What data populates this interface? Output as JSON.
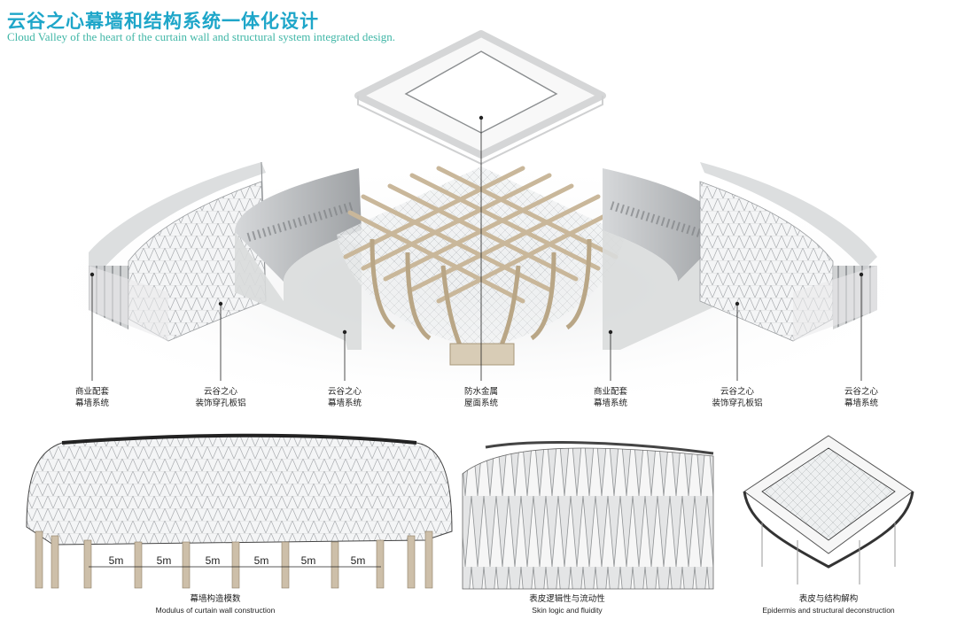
{
  "header": {
    "title_cn": "云谷之心幕墙和结构系统一体化设计",
    "title_en": "Cloud Valley of the heart of the curtain wall and structural system integrated design."
  },
  "exploded_labels": [
    {
      "line1": "商业配套",
      "line2": "幕墙系统"
    },
    {
      "line1": "云谷之心",
      "line2": "装饰穿孔板铝"
    },
    {
      "line1": "云谷之心",
      "line2": "幕墙系统"
    },
    {
      "line1": "防水金属",
      "line2": "屋面系统"
    },
    {
      "line1": "商业配套",
      "line2": "幕墙系统"
    },
    {
      "line1": "云谷之心",
      "line2": "装饰穿孔板铝"
    },
    {
      "line1": "云谷之心",
      "line2": "幕墙系统"
    }
  ],
  "modulus": [
    "5m",
    "5m",
    "5m",
    "5m",
    "5m",
    "5m"
  ],
  "captions": [
    {
      "cn": "幕墙构造模数",
      "en": "Modulus of curtain wall construction"
    },
    {
      "cn": "表皮逻辑性与流动性",
      "en": "Skin logic and fluidity"
    },
    {
      "cn": "表皮与结构解构",
      "en": "Epidermis and structural deconstruction"
    }
  ],
  "colors": {
    "title_cn": "#1ea6c9",
    "title_en": "#3fb6a6",
    "timber": "#c9b79a",
    "panel": "#cfd1d3"
  }
}
